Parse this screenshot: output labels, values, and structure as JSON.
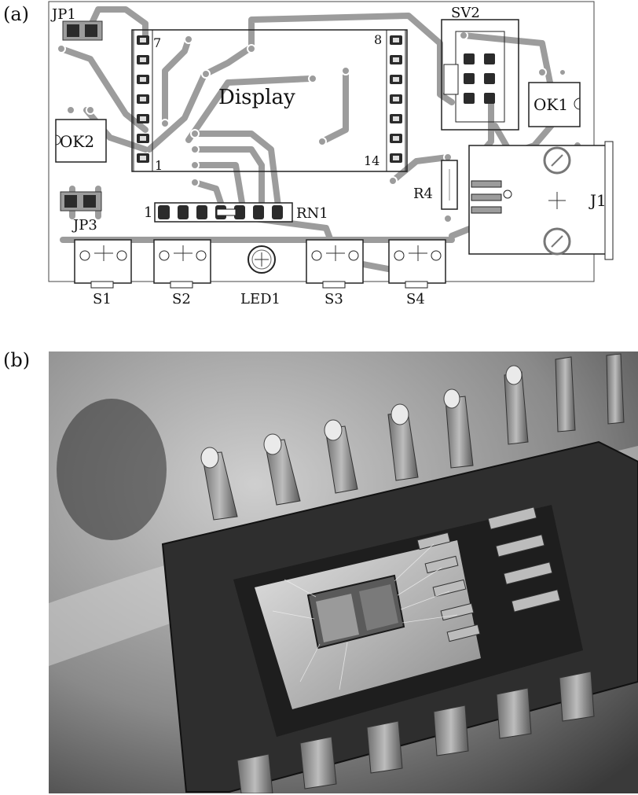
{
  "panels": {
    "a_label": "(a)",
    "b_label": "(b)"
  },
  "pcb": {
    "display_label": "Display",
    "display_pin_7": "7",
    "display_pin_8": "8",
    "display_pin_1": "1",
    "display_pin_14": "14",
    "jp1": "JP1",
    "jp3": "JP3",
    "sv2": "SV2",
    "ok1": "OK1",
    "ok2": "OK2",
    "r4": "R4",
    "j1": "J1",
    "rn1": "RN1",
    "rn1_pin": "1",
    "s1": "S1",
    "s2": "S2",
    "s3": "S3",
    "s4": "S4",
    "led1": "LED1"
  },
  "colors": {
    "trace": "#9c9c9c",
    "outline": "#333333",
    "pad": "#2b2b2b"
  }
}
